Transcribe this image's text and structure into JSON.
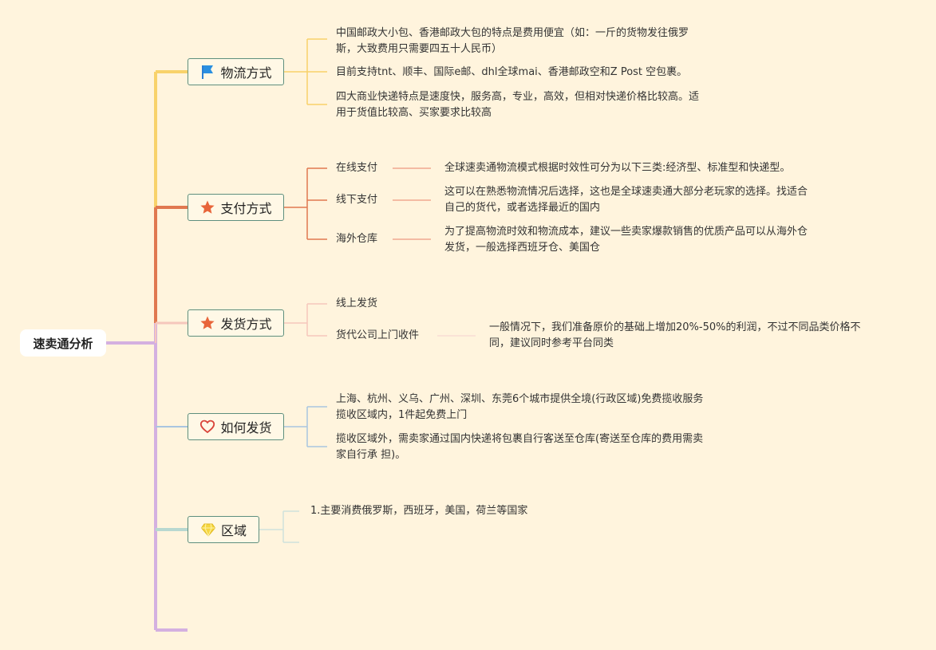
{
  "root": "速卖通分析",
  "branches": {
    "logistics": {
      "title": "物流方式",
      "icon": "flag-icon",
      "color": "#f8d26a",
      "items": [
        [
          "中国邮政大小包、香港邮政大包的特点是费用便宜（如：一斤的货物发往俄罗",
          "斯，大致费用只需要四五十人民币）"
        ],
        [
          "目前支持tnt、顺丰、国际e邮、dhl全球mai、香港邮政空和Z Post 空包裹。"
        ],
        [
          "四大商业快递特点是速度快，服务高，专业，高效，但相对快递价格比较高。适",
          "用于货值比较高、买家要求比较高"
        ]
      ]
    },
    "payment": {
      "title": "支付方式",
      "icon": "star-icon",
      "color": "#e07850",
      "items": [
        {
          "label": "在线支付",
          "detail": [
            "全球速卖通物流模式根据时效性可分为以下三类:经济型、标准型和快递型。"
          ]
        },
        {
          "label": "线下支付",
          "detail": [
            "这可以在熟悉物流情况后选择，这也是全球速卖通大部分老玩家的选择。找适合",
            "自己的货代，或者选择最近的国内"
          ]
        },
        {
          "label": "海外仓库",
          "detail": [
            "为了提高物流时效和物流成本，建议一些卖家爆款销售的优质产品可以从海外仓",
            "发货，一般选择西班牙仓、美国仓"
          ]
        }
      ]
    },
    "shipping": {
      "title": "发货方式",
      "icon": "star-icon",
      "color": "#f6c7bc",
      "items": [
        {
          "label": "线上发货",
          "detail": []
        },
        {
          "label": "货代公司上门收件",
          "detail": [
            "一般情况下，我们准备原价的基础上增加20%-50%的利润，不过不同品类价格不",
            "同，建议同时参考平台同类"
          ]
        }
      ]
    },
    "how": {
      "title": "如何发货",
      "icon": "heart-icon",
      "color": "#a9c5e0",
      "items": [
        [
          "上海、杭州、义乌、广州、深圳、东莞6个城市提供全境(行政区域)免费揽收服务",
          "揽收区域内，1件起免费上门"
        ],
        [
          "揽收区域外，需卖家通过国内快递将包裹自行客送至仓库(寄送至仓库的费用需卖",
          "家自行承 担)。"
        ]
      ]
    },
    "region": {
      "title": "区域",
      "icon": "diamond-icon",
      "color": "#b8d8d0",
      "items": [
        [
          "1.主要消费俄罗斯，西班牙，美国，荷兰等国家"
        ]
      ]
    }
  },
  "trunk_color": "#d4b0e0"
}
